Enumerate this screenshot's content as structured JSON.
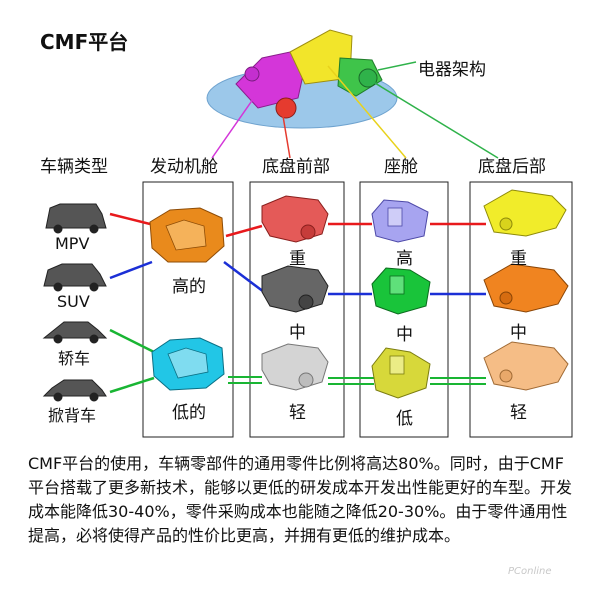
{
  "title": "CMF平台",
  "electrical_label": "电器架构",
  "column_headers": {
    "vehicle_type": "车辆类型",
    "engine_bay": "发动机舱",
    "front_chassis": "底盘前部",
    "cabin": "座舱",
    "rear_chassis": "底盘后部"
  },
  "vehicles": [
    "MPV",
    "SUV",
    "轿车",
    "掀背车"
  ],
  "levels": {
    "engine_high": "高的",
    "engine_low": "低的",
    "front_heavy": "重",
    "front_medium": "中",
    "front_light": "轻",
    "cabin_high": "高",
    "cabin_medium": "中",
    "cabin_low": "低",
    "rear_heavy": "重",
    "rear_medium": "中",
    "rear_light": "轻"
  },
  "description": "CMF平台的使用，车辆零部件的通用零件比例将高达80%。同时，由于CMF平台搭载了更多新技术，能够以更低的研发成本开发出性能更好的车型。开发成本能降低30-40%，零件采购成本也能随之降低20-30%。由于零件通用性提高，必将使得产品的性价比更高，并拥有更低的维护成本。",
  "watermark": "PConline",
  "colors": {
    "red_line": "#e8191c",
    "blue_line": "#1b2fd6",
    "green_line": "#19b533",
    "engine_orange": "#e98a1c",
    "engine_cyan": "#22c6e6",
    "front_red": "#e45a58",
    "cabin_lilac": "#a7a4f0",
    "cabin_green": "#19c43a",
    "cabin_yellow": "#d7d83a",
    "rear_yellow": "#f1ec2a",
    "rear_orange": "#f08420",
    "rear_peach": "#f5bd86",
    "ellipse_blue": "#9cc8ea"
  }
}
